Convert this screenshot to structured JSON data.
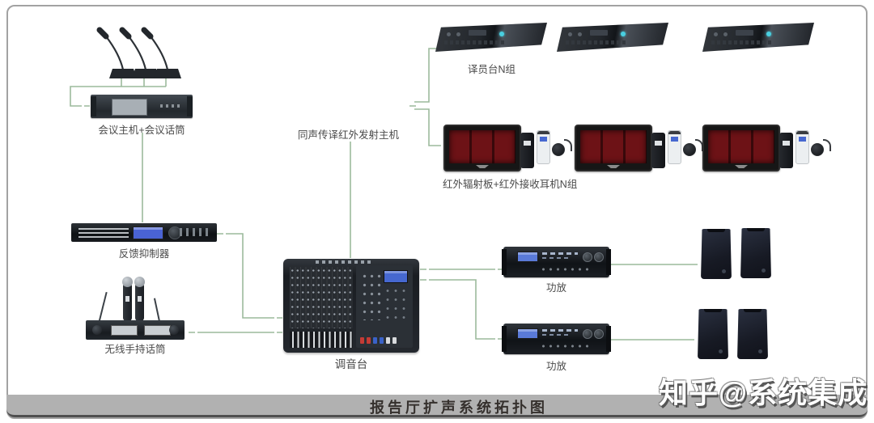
{
  "header": {
    "title": "报告厅扩声系统拓扑图"
  },
  "watermark": {
    "text": "知乎@系统集成"
  },
  "nodes": {
    "conference": {
      "label": "会议主机+会议话筒"
    },
    "feedback": {
      "label": "反馈抑制器"
    },
    "wireless": {
      "label": "无线手持话筒"
    },
    "mixer": {
      "label": "调音台"
    },
    "ir_host": {
      "label": "同声传译红外发射主机"
    },
    "interpreter": {
      "label": "译员台N组"
    },
    "ir_panels": {
      "label": "红外辐射板+红外接收耳机N组"
    },
    "amp1": {
      "label": "功放"
    },
    "amp2": {
      "label": "功放"
    }
  },
  "colors": {
    "wire": "#9cba9c",
    "title_bar": "#b1b1b1",
    "ir_panel_red": "#6d1216",
    "console_accent": "#49cfe0"
  }
}
